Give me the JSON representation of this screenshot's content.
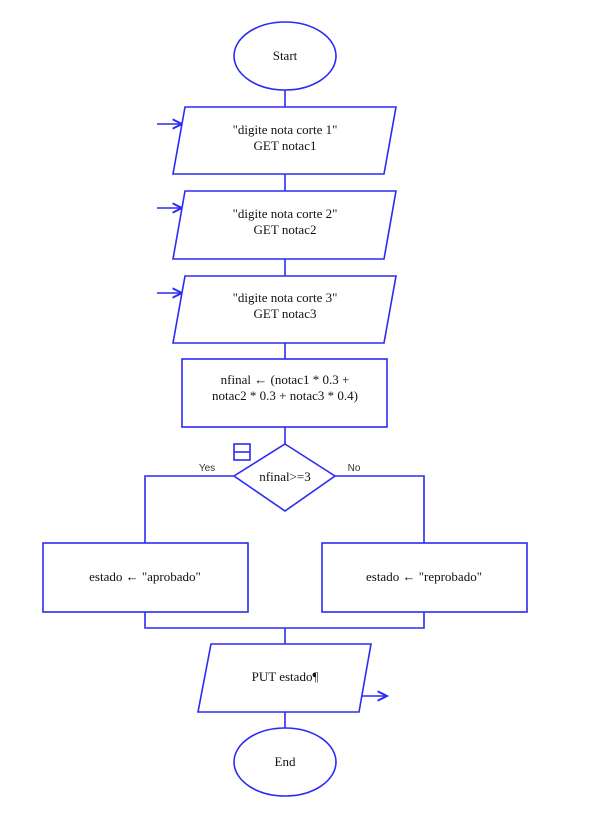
{
  "diagram": {
    "type": "flowchart",
    "colors": {
      "stroke": "#2b2bf5",
      "text": "#111111",
      "background": "#ffffff"
    },
    "nodes": {
      "start": {
        "shape": "terminal",
        "text": "Start"
      },
      "input1": {
        "shape": "input",
        "line1": "\"digite nota corte 1\"",
        "line2": "GET notac1"
      },
      "input2": {
        "shape": "input",
        "line1": "\"digite nota corte 2\"",
        "line2": "GET notac2"
      },
      "input3": {
        "shape": "input",
        "line1": "\"digite nota corte 3\"",
        "line2": "GET notac3"
      },
      "assign": {
        "shape": "process",
        "line1": "nfinal ← (notac1 * 0.3 +",
        "line2": "notac2 * 0.3 + notac3 * 0.4)"
      },
      "decision": {
        "shape": "decision",
        "text": "nfinal>=3",
        "yes_label": "Yes",
        "no_label": "No"
      },
      "yes_branch": {
        "shape": "process",
        "text": "estado ← \"aprobado\""
      },
      "no_branch": {
        "shape": "process",
        "text": "estado ← \"reprobado\""
      },
      "output": {
        "shape": "output",
        "text": "PUT estado¶"
      },
      "end": {
        "shape": "terminal",
        "text": "End"
      }
    }
  }
}
